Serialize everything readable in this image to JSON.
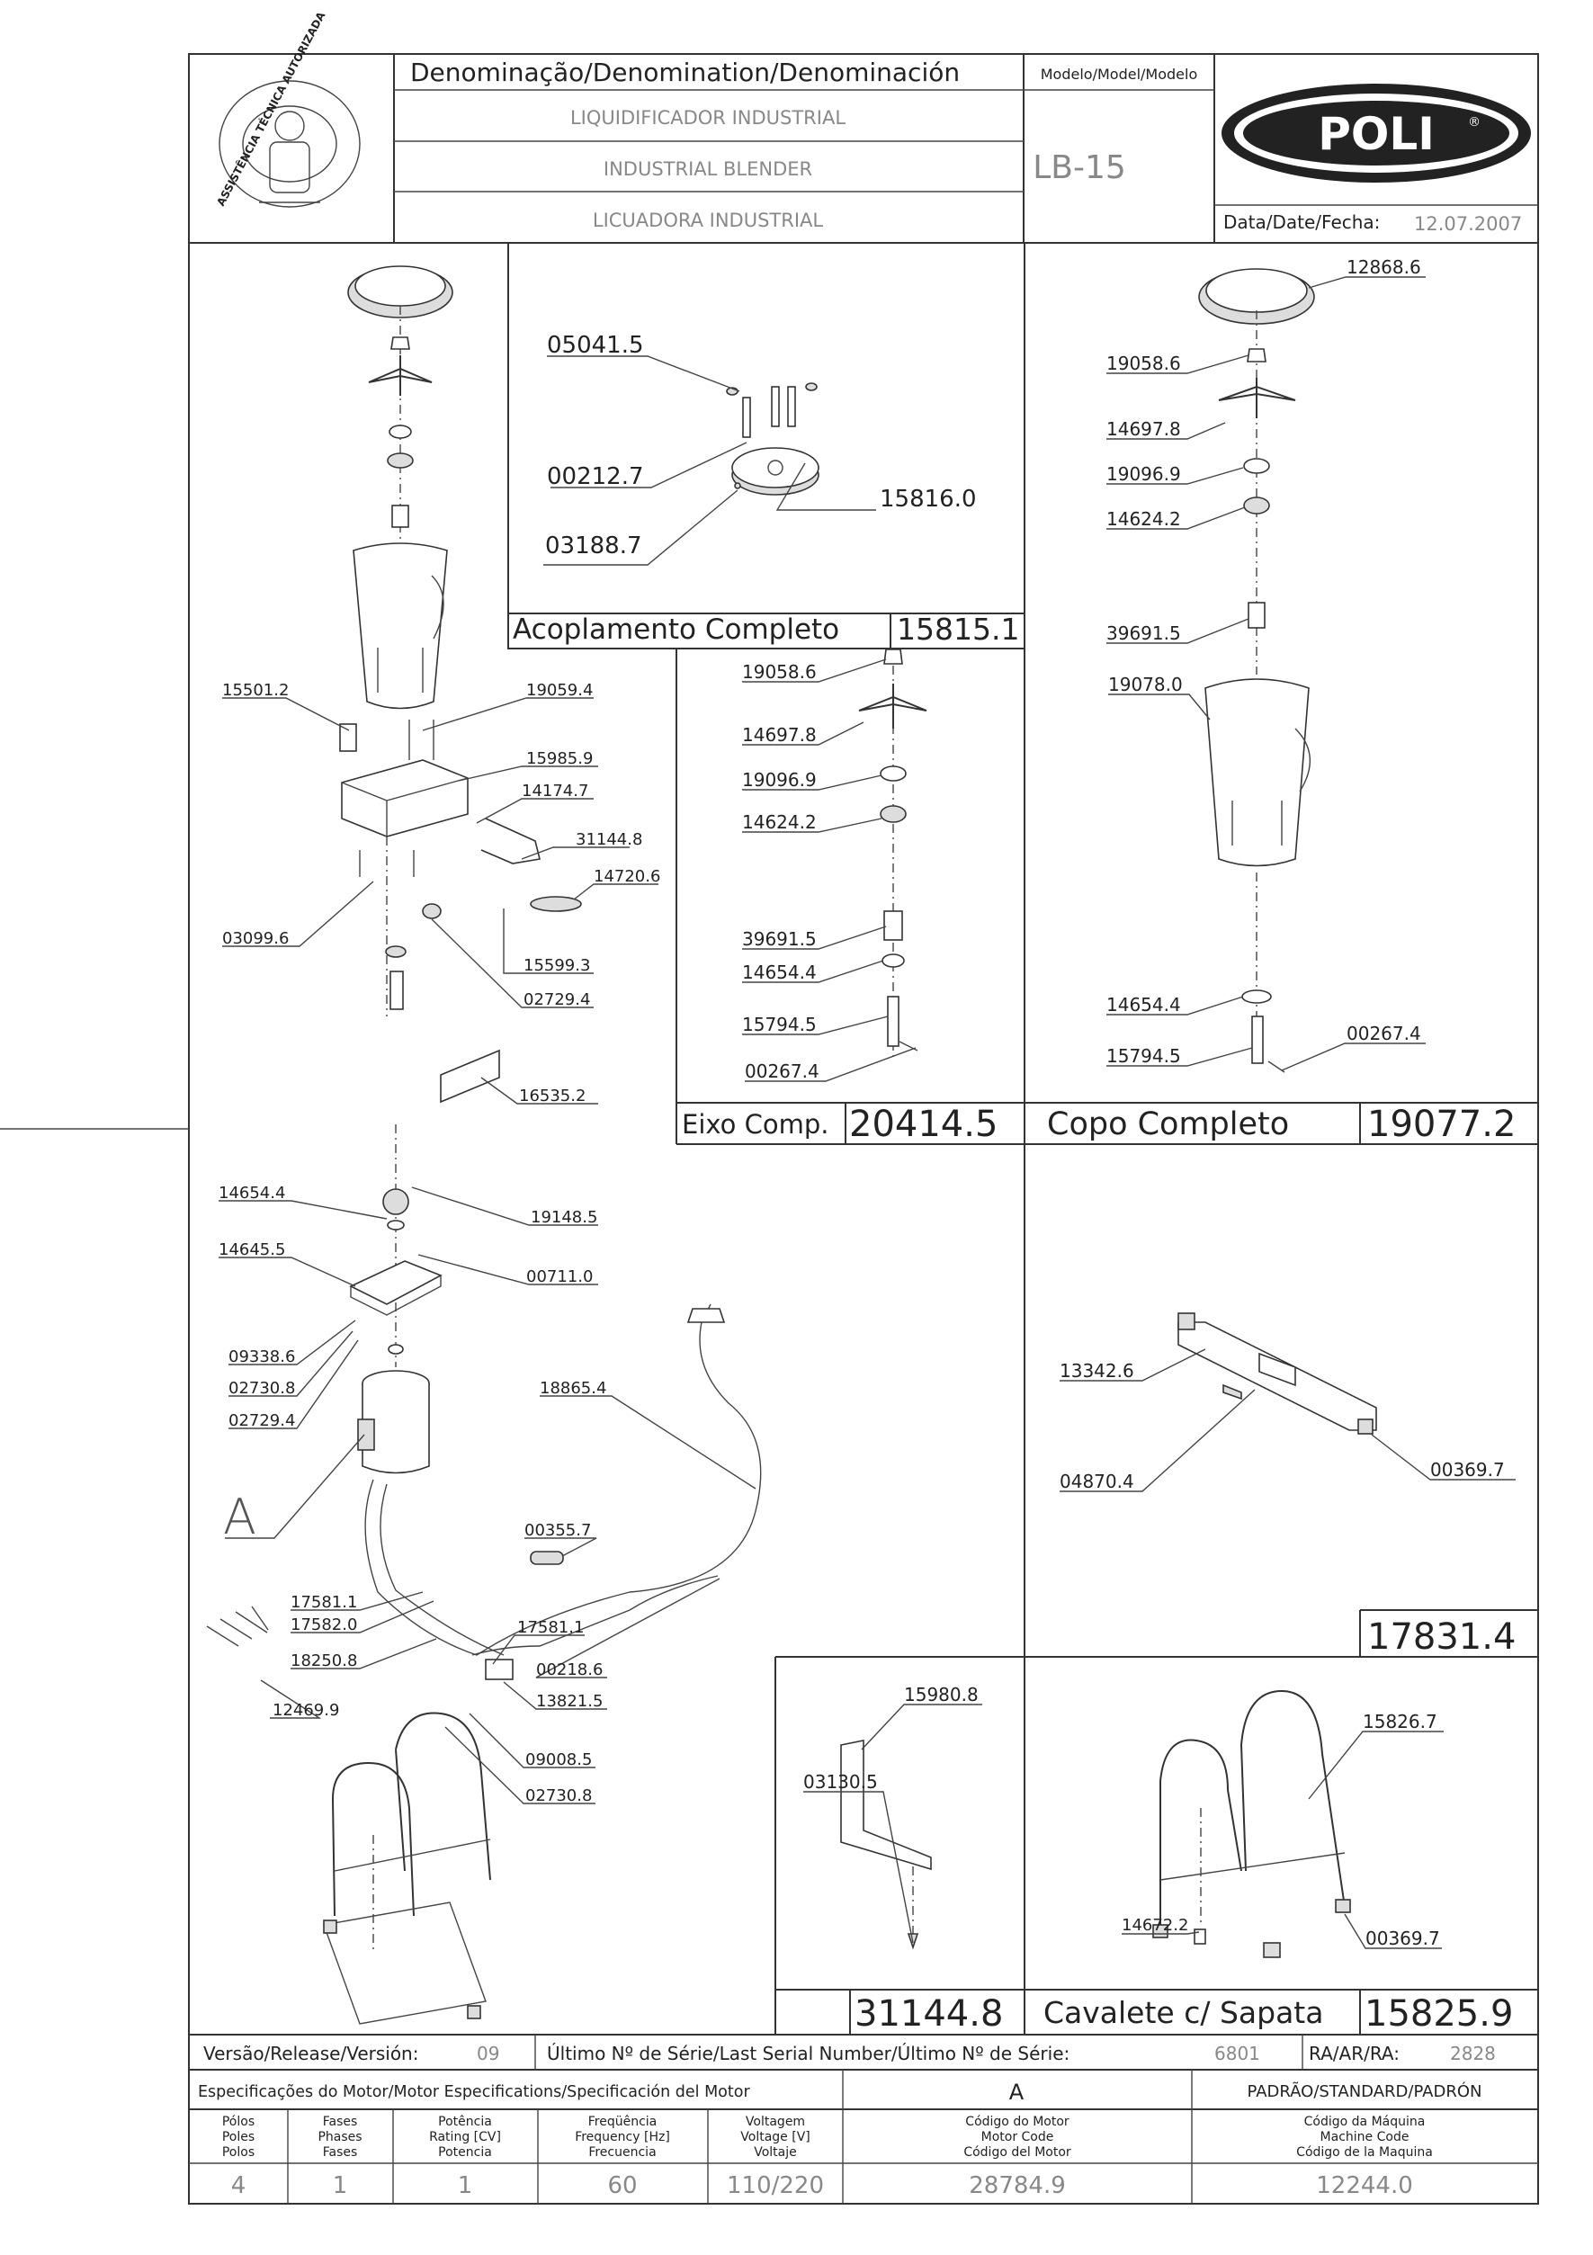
{
  "header": {
    "denomination_label": "Denominação/Denomination/Denominación",
    "name_pt": "LIQUIDIFICADOR INDUSTRIAL",
    "name_en": "INDUSTRIAL BLENDER",
    "name_es": "LICUADORA INDUSTRIAL",
    "model_label": "Modelo/Model/Modelo",
    "model_value": "LB-15",
    "brand": "POLI",
    "brand_mark": "®",
    "date_label": "Data/Date/Fecha:",
    "date_value": "12.07.2007",
    "seal_text": "ASSISTÊNCIA TÉCNICA AUTORIZADA"
  },
  "callouts": {
    "left": [
      "15501.2",
      "19059.4",
      "15985.9",
      "14174.7",
      "31144.8",
      "14720.6",
      "03099.6",
      "15599.3",
      "02729.4",
      "16535.2",
      "14654.4",
      "19148.5",
      "14645.5",
      "00711.0",
      "09338.6",
      "02730.8",
      "02729.4",
      "18865.4",
      "A",
      "00355.7",
      "17581.1",
      "17582.0",
      "17581.1",
      "18250.8",
      "00218.6",
      "13821.5",
      "12469.9",
      "09008.5",
      "02730.8"
    ],
    "coupling": [
      "05041.5",
      "00212.7",
      "15816.0",
      "03188.7"
    ],
    "shaft": [
      "19058.6",
      "14697.8",
      "19096.9",
      "14624.2",
      "39691.5",
      "14654.4",
      "15794.5",
      "00267.4"
    ],
    "cup": [
      "12868.6",
      "19058.6",
      "14697.8",
      "19096.9",
      "14624.2",
      "39691.5",
      "19078.0",
      "14654.4",
      "00267.4",
      "15794.5"
    ],
    "crossbar": [
      "13342.6",
      "04870.4",
      "00369.7"
    ],
    "bracket": [
      "15980.8",
      "03130.5"
    ],
    "stand": [
      "15826.7",
      "14672.2",
      "00369.7"
    ]
  },
  "boxes": {
    "coupling_title": "Acoplamento Completo",
    "coupling_code": "15815.1",
    "shaft_title": "Eixo Comp.",
    "shaft_code": "20414.5",
    "cup_title": "Copo Completo",
    "cup_code": "19077.2",
    "crossbar_code": "17831.4",
    "bracket_code": "31144.8",
    "stand_title": "Cavalete c/ Sapata",
    "stand_code": "15825.9"
  },
  "footer": {
    "version_label": "Versão/Release/Versión:",
    "version_value": "09",
    "serial_label": "Último Nº de Série/Last Serial Number/Último Nº de Série:",
    "serial_value": "6801",
    "ra_label": "RA/AR/RA:",
    "ra_value": "2828",
    "motor_spec_label": "Especificações do Motor/Motor Especifications/Specificación del Motor",
    "motor_letter": "A",
    "standard_label": "PADRÃO/STANDARD/PADRÓN",
    "cols": [
      {
        "l1": "Pólos",
        "l2": "Poles",
        "l3": "Polos",
        "value": "4"
      },
      {
        "l1": "Fases",
        "l2": "Phases",
        "l3": "Fases",
        "value": "1"
      },
      {
        "l1": "Potência",
        "l2": "Rating [CV]",
        "l3": "Potencia",
        "value": "1"
      },
      {
        "l1": "Freqüência",
        "l2": "Frequency [Hz]",
        "l3": "Frecuencia",
        "value": "60"
      },
      {
        "l1": "Voltagem",
        "l2": "Voltage [V]",
        "l3": "Voltaje",
        "value": "110/220"
      },
      {
        "l1": "Código do Motor",
        "l2": "Motor Code",
        "l3": "Código del Motor",
        "value": "28784.9"
      },
      {
        "l1": "Código da Máquina",
        "l2": "Machine Code",
        "l3": "Código de la Maquina",
        "value": "12244.0"
      }
    ]
  },
  "colors": {
    "line": "#333333",
    "grey_text": "#888888",
    "paper": "#ffffff"
  }
}
